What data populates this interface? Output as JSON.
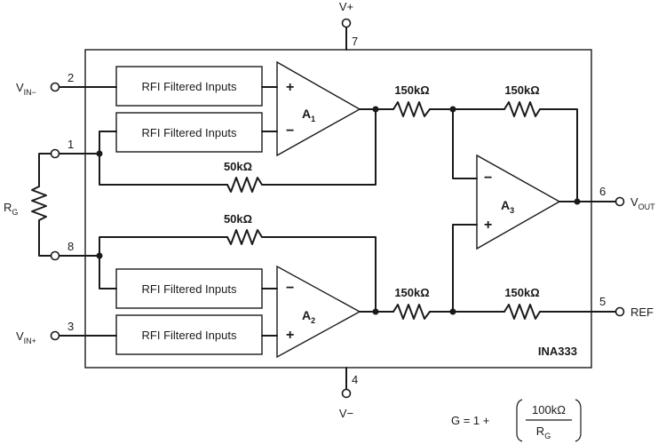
{
  "chip_name": "INA333",
  "rfi_block_label": "RFI Filtered Inputs",
  "amplifiers": {
    "a1": {
      "main": "A",
      "sub": "1"
    },
    "a2": {
      "main": "A",
      "sub": "2"
    },
    "a3": {
      "main": "A",
      "sub": "3"
    }
  },
  "resistors": {
    "r150_top_left": "150kΩ",
    "r150_top_right": "150kΩ",
    "r150_bot_left": "150kΩ",
    "r150_bot_right": "150kΩ",
    "r50_top": "50kΩ",
    "r50_bot": "50kΩ"
  },
  "signals": {
    "vin_minus": {
      "main": "V",
      "sub": "IN−"
    },
    "vin_plus": {
      "main": "V",
      "sub": "IN+"
    },
    "vout": {
      "main": "V",
      "sub": "OUT"
    },
    "ref": "REF",
    "v_plus": "V+",
    "v_minus": "V−",
    "rg": {
      "main": "R",
      "sub": "G"
    }
  },
  "pins": {
    "p1": "1",
    "p2": "2",
    "p3": "3",
    "p4": "4",
    "p5": "5",
    "p6": "6",
    "p7": "7",
    "p8": "8"
  },
  "gain_equation": {
    "prefix": "G = 1 +",
    "numerator": "100kΩ",
    "denominator": {
      "main": "R",
      "sub": "G"
    }
  }
}
